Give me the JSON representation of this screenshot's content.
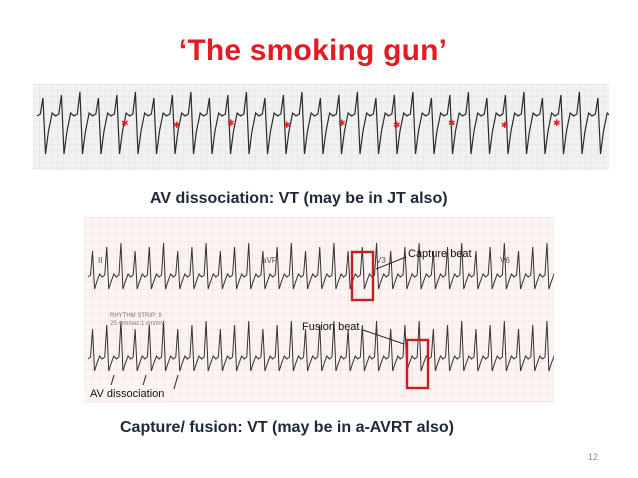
{
  "slide": {
    "title": "‘The smoking gun’",
    "caption_top": "AV dissociation: VT (may be in JT also)",
    "caption_bottom": "Capture/ fusion: VT (may be in a-AVRT also)",
    "page_number": "12"
  },
  "ecg_bottom": {
    "labels": {
      "capture_beat": "Capture beat",
      "fusion_beat": "Fusion beat",
      "av_dissociation": "AV dissociation",
      "lead_ii": "II",
      "lead_avf": "aVF",
      "lead_v3": "V3",
      "lead_v6": "V6",
      "rhythm_strip": "RHYTHM STRIP: II",
      "speed": "25 mm/sec:1 cm/mV"
    }
  },
  "colors": {
    "title": "#e31b23",
    "highlight_box": "#c81e1e",
    "p_wave_marker": "#e31b23",
    "grid": "#e8c7c3"
  }
}
